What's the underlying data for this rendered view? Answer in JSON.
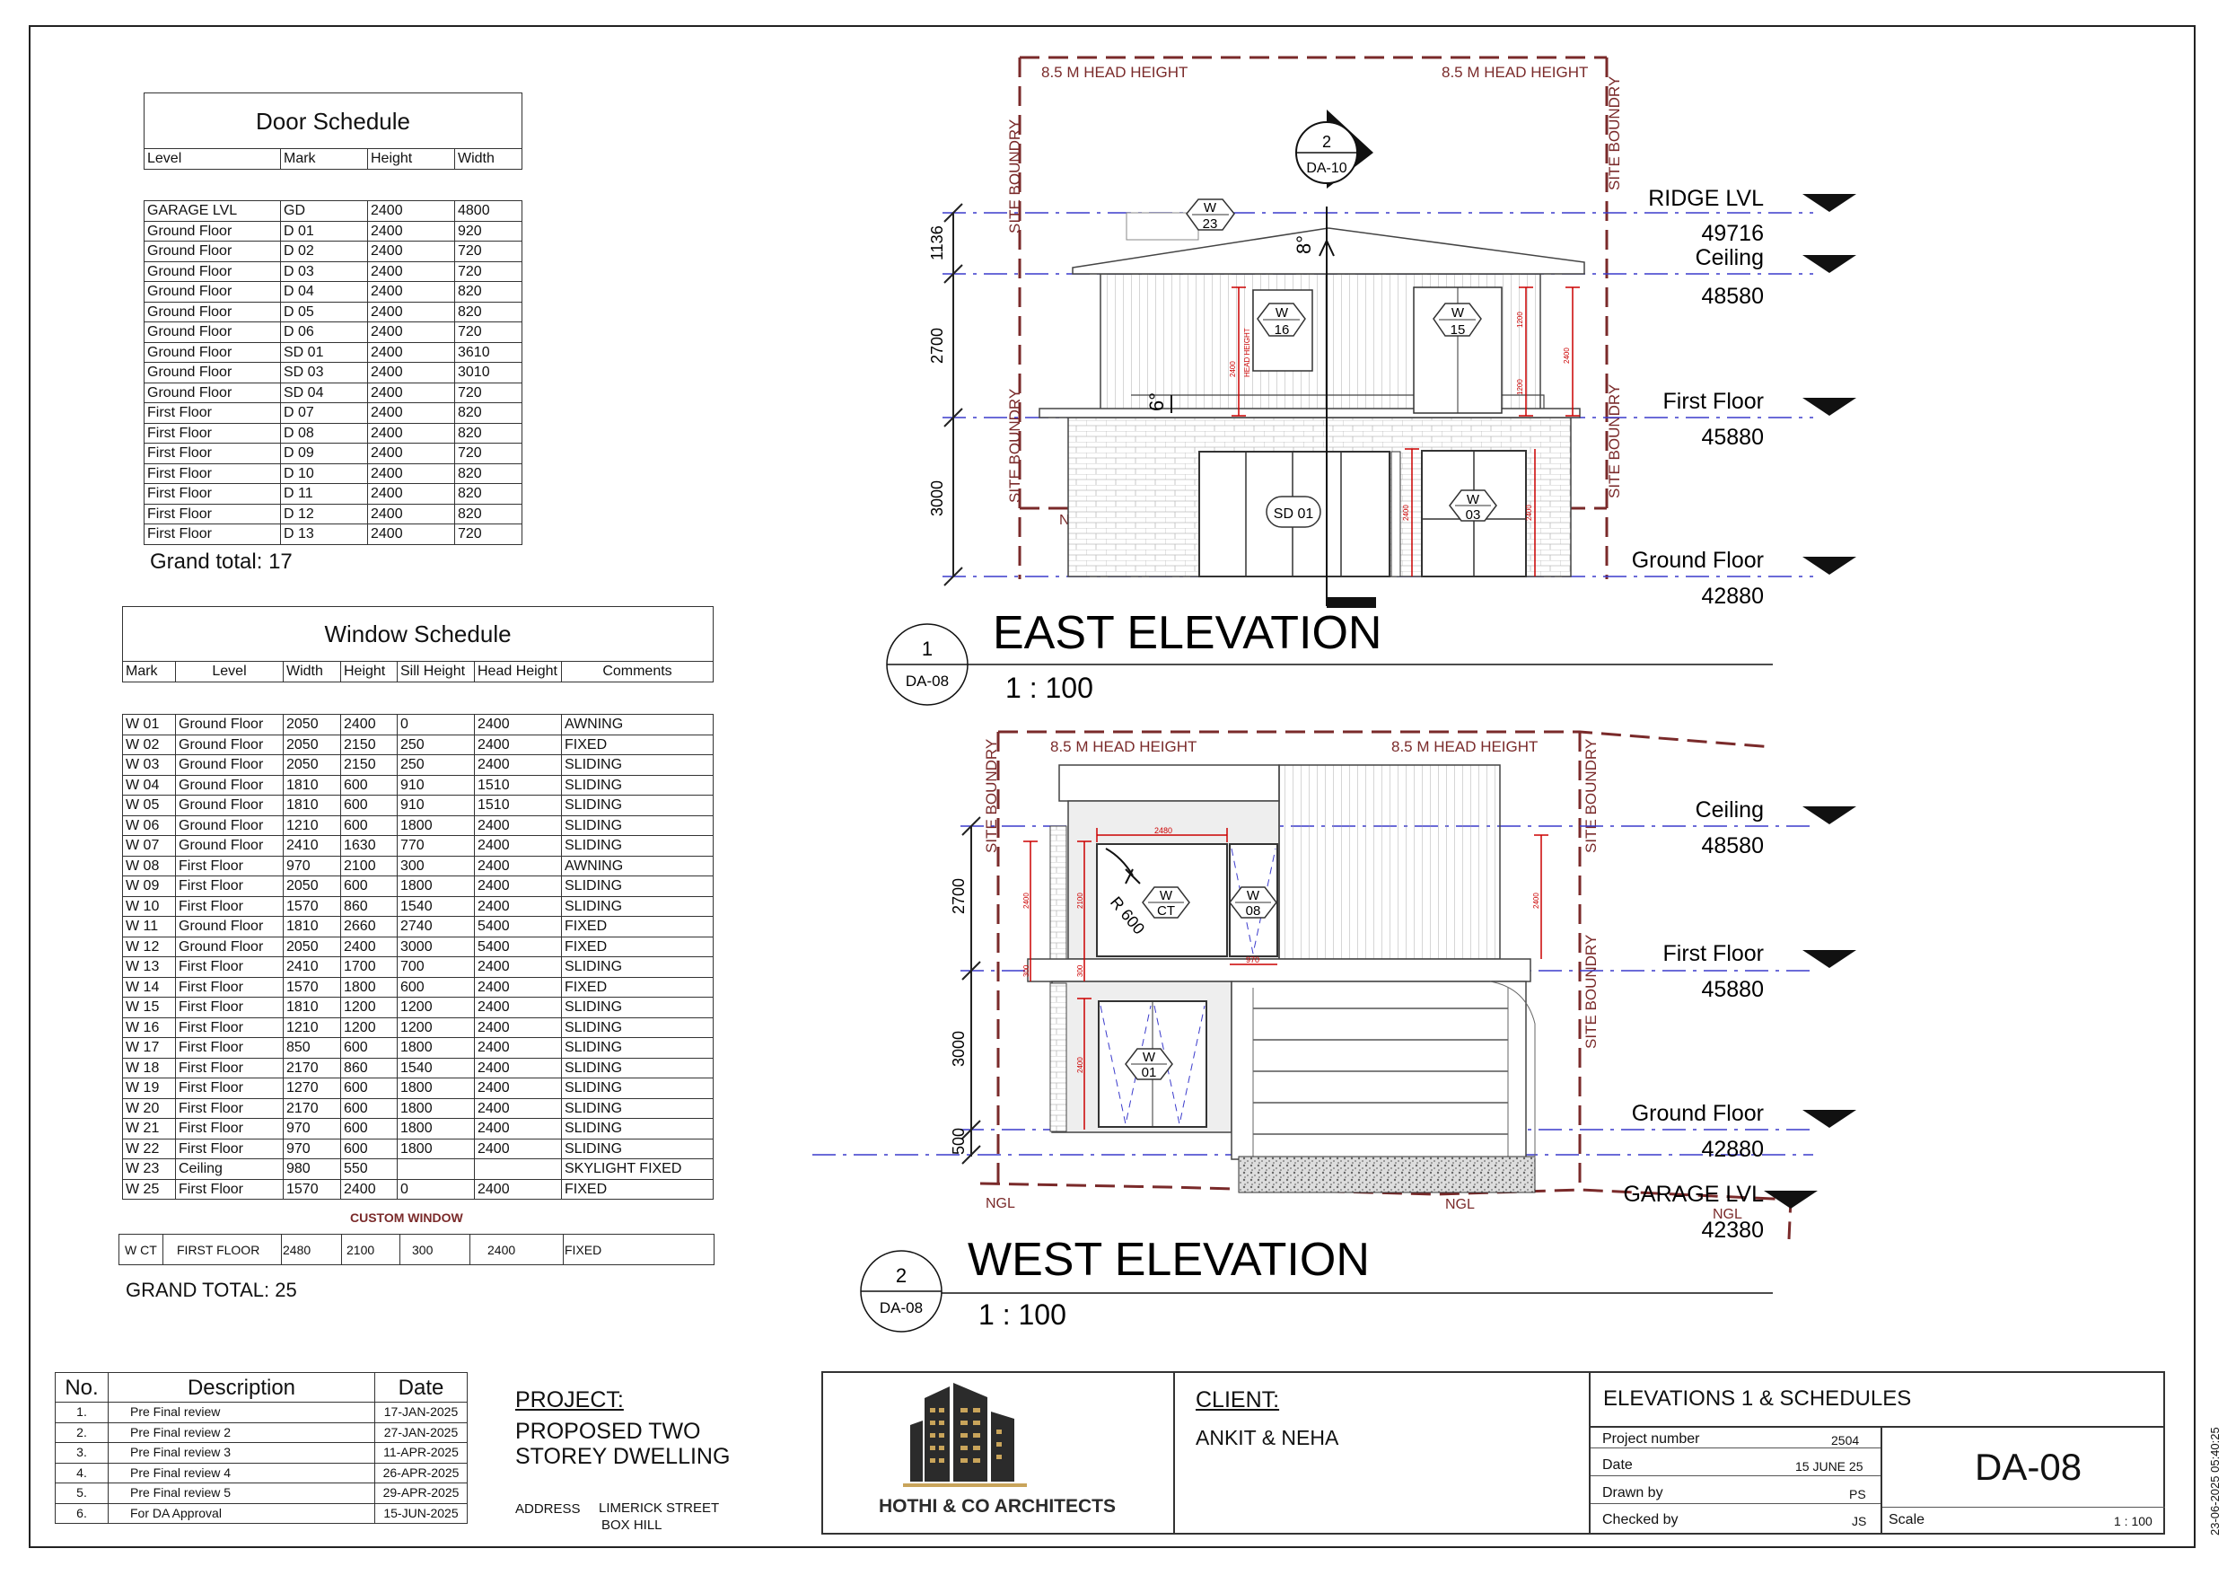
{
  "door_schedule": {
    "title": "Door Schedule",
    "columns": [
      "Level",
      "Mark",
      "Height",
      "Width"
    ],
    "rows": [
      [
        "GARAGE LVL",
        "GD",
        "2400",
        "4800"
      ],
      [
        "Ground Floor",
        "D 01",
        "2400",
        "920"
      ],
      [
        "Ground Floor",
        "D 02",
        "2400",
        "720"
      ],
      [
        "Ground Floor",
        "D 03",
        "2400",
        "720"
      ],
      [
        "Ground Floor",
        "D 04",
        "2400",
        "820"
      ],
      [
        "Ground Floor",
        "D 05",
        "2400",
        "820"
      ],
      [
        "Ground Floor",
        "D 06",
        "2400",
        "720"
      ],
      [
        "Ground Floor",
        "SD 01",
        "2400",
        "3610"
      ],
      [
        "Ground Floor",
        "SD 03",
        "2400",
        "3010"
      ],
      [
        "Ground Floor",
        "SD 04",
        "2400",
        "720"
      ],
      [
        "First Floor",
        "D 07",
        "2400",
        "820"
      ],
      [
        "First Floor",
        "D 08",
        "2400",
        "820"
      ],
      [
        "First Floor",
        "D 09",
        "2400",
        "720"
      ],
      [
        "First Floor",
        "D 10",
        "2400",
        "820"
      ],
      [
        "First Floor",
        "D 11",
        "2400",
        "820"
      ],
      [
        "First Floor",
        "D 12",
        "2400",
        "820"
      ],
      [
        "First Floor",
        "D 13",
        "2400",
        "720"
      ]
    ],
    "total": "Grand total: 17"
  },
  "window_schedule": {
    "title": "Window Schedule",
    "columns": [
      "Mark",
      "Level",
      "Width",
      "Height",
      "Sill Height",
      "Head Height",
      "Comments"
    ],
    "rows": [
      [
        "W 01",
        "Ground Floor",
        "2050",
        "2400",
        "0",
        "2400",
        "AWNING"
      ],
      [
        "W 02",
        "Ground Floor",
        "2050",
        "2150",
        "250",
        "2400",
        "FIXED"
      ],
      [
        "W 03",
        "Ground Floor",
        "2050",
        "2150",
        "250",
        "2400",
        "SLIDING"
      ],
      [
        "W 04",
        "Ground Floor",
        "1810",
        "600",
        "910",
        "1510",
        "SLIDING"
      ],
      [
        "W 05",
        "Ground Floor",
        "1810",
        "600",
        "910",
        "1510",
        "SLIDING"
      ],
      [
        "W 06",
        "Ground Floor",
        "1210",
        "600",
        "1800",
        "2400",
        "SLIDING"
      ],
      [
        "W 07",
        "Ground Floor",
        "2410",
        "1630",
        "770",
        "2400",
        "SLIDING"
      ],
      [
        "W 08",
        "First Floor",
        "970",
        "2100",
        "300",
        "2400",
        "AWNING"
      ],
      [
        "W 09",
        "First Floor",
        "2050",
        "600",
        "1800",
        "2400",
        "SLIDING"
      ],
      [
        "W 10",
        "First Floor",
        "1570",
        "860",
        "1540",
        "2400",
        "SLIDING"
      ],
      [
        "W 11",
        "Ground Floor",
        "1810",
        "2660",
        "2740",
        "5400",
        "FIXED"
      ],
      [
        "W 12",
        "Ground Floor",
        "2050",
        "2400",
        "3000",
        "5400",
        "FIXED"
      ],
      [
        "W 13",
        "First Floor",
        "2410",
        "1700",
        "700",
        "2400",
        "SLIDING"
      ],
      [
        "W 14",
        "First Floor",
        "1570",
        "1800",
        "600",
        "2400",
        "FIXED"
      ],
      [
        "W 15",
        "First Floor",
        "1810",
        "1200",
        "1200",
        "2400",
        "SLIDING"
      ],
      [
        "W 16",
        "First Floor",
        "1210",
        "1200",
        "1200",
        "2400",
        "SLIDING"
      ],
      [
        "W 17",
        "First Floor",
        "850",
        "600",
        "1800",
        "2400",
        "SLIDING"
      ],
      [
        "W 18",
        "First Floor",
        "2170",
        "860",
        "1540",
        "2400",
        "SLIDING"
      ],
      [
        "W 19",
        "First Floor",
        "1270",
        "600",
        "1800",
        "2400",
        "SLIDING"
      ],
      [
        "W 20",
        "First Floor",
        "2170",
        "600",
        "1800",
        "2400",
        "SLIDING"
      ],
      [
        "W 21",
        "First Floor",
        "970",
        "600",
        "1800",
        "2400",
        "SLIDING"
      ],
      [
        "W 22",
        "First Floor",
        "970",
        "600",
        "1800",
        "2400",
        "SLIDING"
      ],
      [
        "W 23",
        "Ceiling",
        "980",
        "550",
        "",
        "",
        "SKYLIGHT FIXED"
      ],
      [
        "W 25",
        "First Floor",
        "1570",
        "2400",
        "0",
        "2400",
        "FIXED"
      ]
    ],
    "custom_label": "CUSTOM WINDOW",
    "custom_row": [
      "W CT",
      "FIRST FLOOR",
      "2480",
      "2100",
      "300",
      "2400",
      "FIXED"
    ],
    "total": "GRAND TOTAL: 25"
  },
  "revisions": {
    "columns": [
      "No.",
      "Description",
      "Date"
    ],
    "rows": [
      [
        "1.",
        "Pre Final review",
        "17-JAN-2025"
      ],
      [
        "2.",
        "Pre Final review 2",
        "27-JAN-2025"
      ],
      [
        "3.",
        "Pre Final review 3",
        "11-APR-2025"
      ],
      [
        "4.",
        "Pre Final review 4",
        "26-APR-2025"
      ],
      [
        "5.",
        "Pre Final review 5",
        "29-APR-2025"
      ],
      [
        "6.",
        "For DA Approval",
        "15-JUN-2025"
      ]
    ]
  },
  "project": {
    "label": "PROJECT:",
    "name_line1": "PROPOSED TWO",
    "name_line2": "STOREY DWELLING",
    "address_label": "ADDRESS",
    "address_line1": "LIMERICK STREET",
    "address_line2": "BOX HILL"
  },
  "firm": {
    "name": "HOTHI & CO ARCHITECTS"
  },
  "client": {
    "label": "CLIENT:",
    "name": "ANKIT & NEHA"
  },
  "sheet": {
    "title": "ELEVATIONS 1 & SCHEDULES",
    "project_number_label": "Project number",
    "project_number": "2504",
    "date_label": "Date",
    "date": "15 JUNE 25",
    "drawn_by_label": "Drawn by",
    "drawn_by": "PS",
    "checked_by_label": "Checked by",
    "checked_by": "JS",
    "number": "DA-08",
    "scale_label": "Scale",
    "scale": "1 : 100",
    "stamp": "23-06-2025 05:40:25"
  },
  "east": {
    "title": "EAST ELEVATION",
    "scale": "1 : 100",
    "view_num": "1",
    "view_sheet": "DA-08",
    "section_num": "2",
    "section_sheet": "DA-10",
    "head_height": "8.5 M HEAD HEIGHT",
    "site_boundary": "SITE BOUNDRY",
    "ngl": "NGL",
    "levels": [
      {
        "name": "RIDGE LVL",
        "value": "49716"
      },
      {
        "name": "Ceiling",
        "value": "48580"
      },
      {
        "name": "First Floor",
        "value": "45880"
      },
      {
        "name": "Ground Floor",
        "value": "42880"
      }
    ],
    "dims": [
      "1136",
      "2700",
      "3000"
    ],
    "pitch1": "8°",
    "pitch2": "6°",
    "tags": [
      {
        "top": "W",
        "bottom": "23"
      },
      {
        "top": "W",
        "bottom": "16"
      },
      {
        "top": "W",
        "bottom": "15"
      },
      {
        "top": "W",
        "bottom": "03"
      }
    ],
    "door_tag": "SD 01",
    "win_dims": [
      "2400",
      "1200",
      "1200",
      "2400",
      "2400",
      "2400"
    ],
    "head_note": "HEAD HEIGHT"
  },
  "west": {
    "title": "WEST ELEVATION",
    "scale": "1 : 100",
    "view_num": "2",
    "view_sheet": "DA-08",
    "head_height": "8.5 M HEAD HEIGHT",
    "site_boundary": "SITE BOUNDRY",
    "ngl": "NGL",
    "levels": [
      {
        "name": "Ceiling",
        "value": "48580"
      },
      {
        "name": "First Floor",
        "value": "45880"
      },
      {
        "name": "Ground Floor",
        "value": "42880"
      },
      {
        "name": "GARAGE LVL",
        "value": "42380"
      }
    ],
    "dims": [
      "2700",
      "3000",
      "500"
    ],
    "tags": [
      {
        "top": "W",
        "bottom": "CT"
      },
      {
        "top": "W",
        "bottom": "08"
      },
      {
        "top": "W",
        "bottom": "01"
      }
    ],
    "radius": "R 600",
    "win_dims": [
      "2480",
      "970",
      "2100",
      "2400",
      "2400",
      "2400",
      "300",
      "300"
    ]
  }
}
